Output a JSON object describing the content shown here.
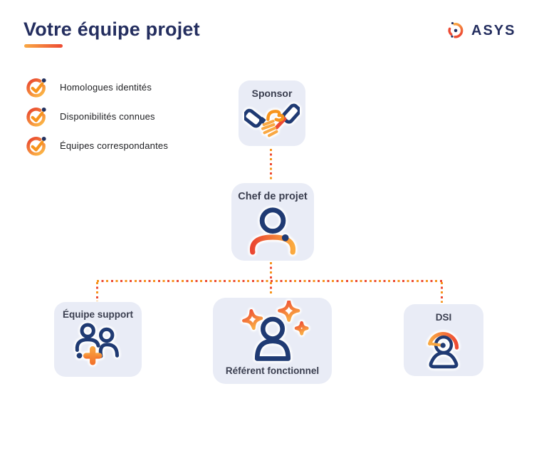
{
  "header": {
    "title": "Votre équipe projet",
    "logo_text": "ASYS"
  },
  "checklist": {
    "items": [
      {
        "label": "Homologues identités",
        "icon": "check-circle-icon"
      },
      {
        "label": "Disponibilités connues",
        "icon": "check-circle-icon"
      },
      {
        "label": "Équipes correspondantes",
        "icon": "check-circle-icon"
      }
    ]
  },
  "org_chart": {
    "nodes": {
      "sponsor": {
        "label": "Sponsor",
        "icon": "handshake-icon"
      },
      "chef": {
        "label": "Chef de projet",
        "icon": "person-icon"
      },
      "equipe_support": {
        "label": "Équipe support",
        "icon": "team-plus-icon"
      },
      "referent": {
        "label": "Référent fonctionnel",
        "icon": "person-sparkles-icon"
      },
      "dsi": {
        "label": "DSI",
        "icon": "person-headset-icon"
      }
    },
    "edges": [
      {
        "from": "sponsor",
        "to": "chef",
        "style": "dotted"
      },
      {
        "from": "chef",
        "to": "equipe_support",
        "style": "dotted"
      },
      {
        "from": "chef",
        "to": "referent",
        "style": "dotted"
      },
      {
        "from": "chef",
        "to": "dsi",
        "style": "dotted"
      }
    ]
  },
  "colors": {
    "navy_icon": "#1f3a73",
    "navy_text": "#242e5f",
    "orange": "#f7941d",
    "orange_light": "#f9a843",
    "red": "#ed4a33",
    "card_bg": "#e9ecf6",
    "card_title": "#3a3e4f",
    "list_text": "#202124",
    "background": "#ffffff"
  }
}
